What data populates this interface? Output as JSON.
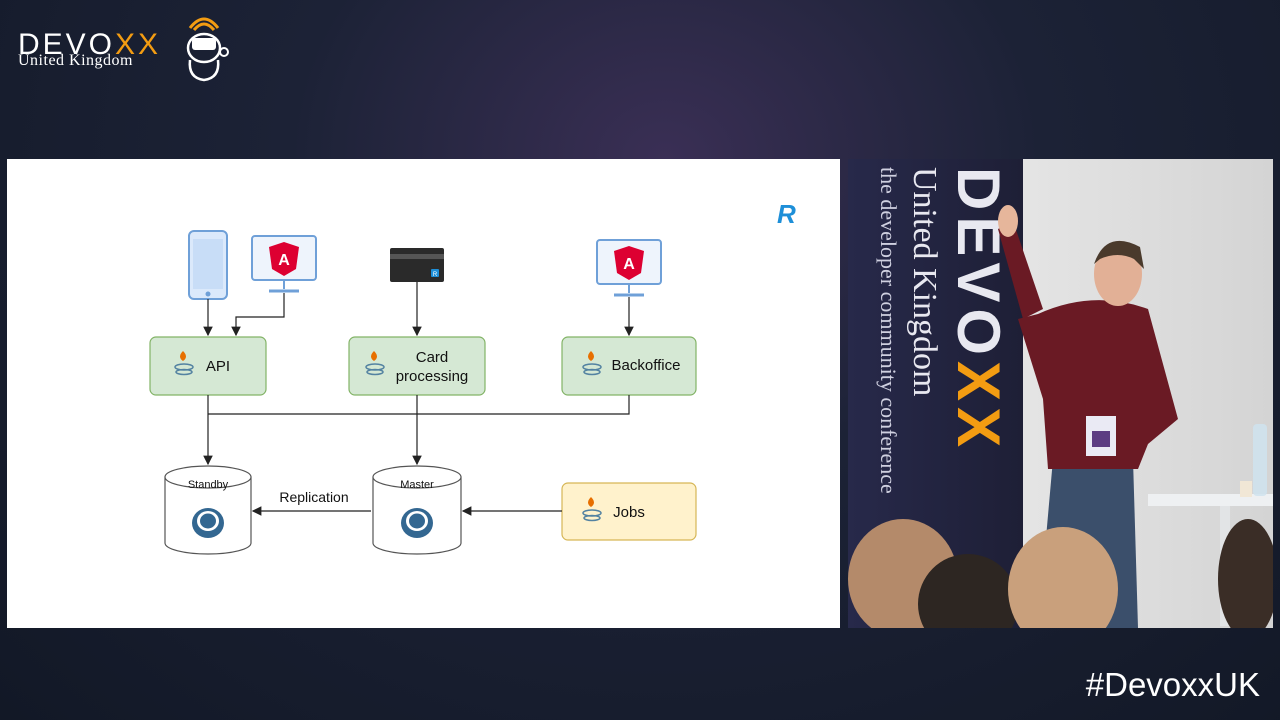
{
  "event": {
    "logo_word_main": "DEVO",
    "logo_word_xx": "XX",
    "logo_sub": "United Kingdom",
    "hashtag": "#DevoxxUK"
  },
  "slide": {
    "brand_mark": "R",
    "nodes": {
      "api": "API",
      "card_line1": "Card",
      "card_line2": "processing",
      "backoffice": "Backoffice",
      "jobs": "Jobs"
    },
    "databases": {
      "standby": "Standby",
      "master": "Master"
    },
    "edge_label": "Replication",
    "clients": {
      "angular_badge": "A",
      "card_badge": "R"
    }
  },
  "speaker_banner": {
    "line1_main": "DEVO",
    "line1_xx": "XX",
    "line2": "United Kingdom",
    "line3": "the developer community conference"
  },
  "colors": {
    "service_fill": "#d5e8d4",
    "service_stroke": "#82b366",
    "jobs_fill": "#fff2cc",
    "jobs_stroke": "#d6b656",
    "angular_red": "#dd0031",
    "devoxx_orange": "#f39c12",
    "revolut_blue": "#1e8fd8"
  }
}
